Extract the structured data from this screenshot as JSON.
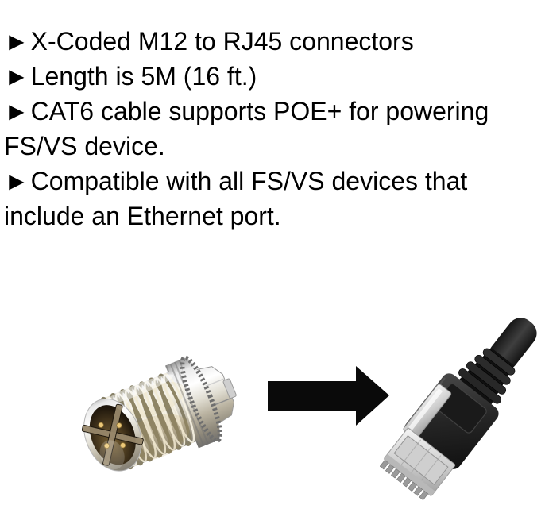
{
  "page": {
    "background": "#ffffff",
    "description": "Product feature panel for an X-Coded M12 to RJ45 CAT6 cable"
  },
  "feature_list": {
    "bullet_char": "►",
    "items": [
      {
        "lines": [
          "X-Coded M12 to RJ45 connectors"
        ]
      },
      {
        "lines": [
          "Length is 5M (16 ft.)"
        ]
      },
      {
        "lines": [
          "CAT6 cable supports POE+ for powering",
          "FS/VS device."
        ]
      },
      {
        "lines": [
          "Compatible with all FS/VS devices that",
          "include an Ethernet port."
        ]
      }
    ]
  },
  "illustration": {
    "left_image": "m12-x-coded-connector-photo",
    "arrow_icon": "arrow-right",
    "right_image": "rj45-plug-photo",
    "colors": {
      "arrow": "#0a0a0a",
      "chrome_light": "#f5f5f5",
      "chrome_dark": "#6b6b6b",
      "connector_interior": "#3b2d18",
      "pin_gold": "#ecc878",
      "rj45_body": "#262626",
      "rj45_clear_plug": "#d9d9d9"
    }
  }
}
